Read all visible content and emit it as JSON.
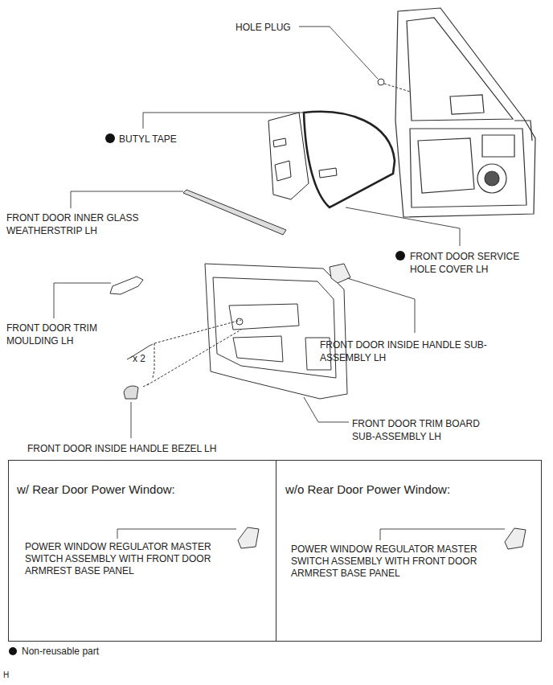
{
  "diagram": {
    "nodes": [
      {
        "text": [
          "w/ Rear Door Power Window:",
          "POWER WINDOW REGULATOR MASTER SWITCH ASSEMBLY WITH FRONT DOOR ARMREST BASE PANEL"
        ]
      },
      {
        "text": [
          "w/o Rear Door Power Window:",
          "POWER WINDOW REGULATOR MASTER SWITCH ASSEMBLY WITH FRONT DOOR ARMREST BASE PANEL"
        ]
      }
    ],
    "labels": [
      "HOLE PLUG",
      "BUTYL TAPE",
      "FRONT DOOR INNER GLASS WEATHERSTRIP LH",
      "FRONT DOOR SERVICE HOLE COVER LH",
      "FRONT DOOR TRIM MOULDING LH",
      "FRONT DOOR INSIDE HANDLE SUB-ASSEMBLY LH",
      "x 2",
      "FRONT DOOR TRIM BOARD SUB-ASSEMBLY LH",
      "FRONT DOOR INSIDE HANDLE BEZEL LH",
      "H"
    ],
    "legend": [
      {
        "text": "Non-reusable part"
      }
    ]
  }
}
